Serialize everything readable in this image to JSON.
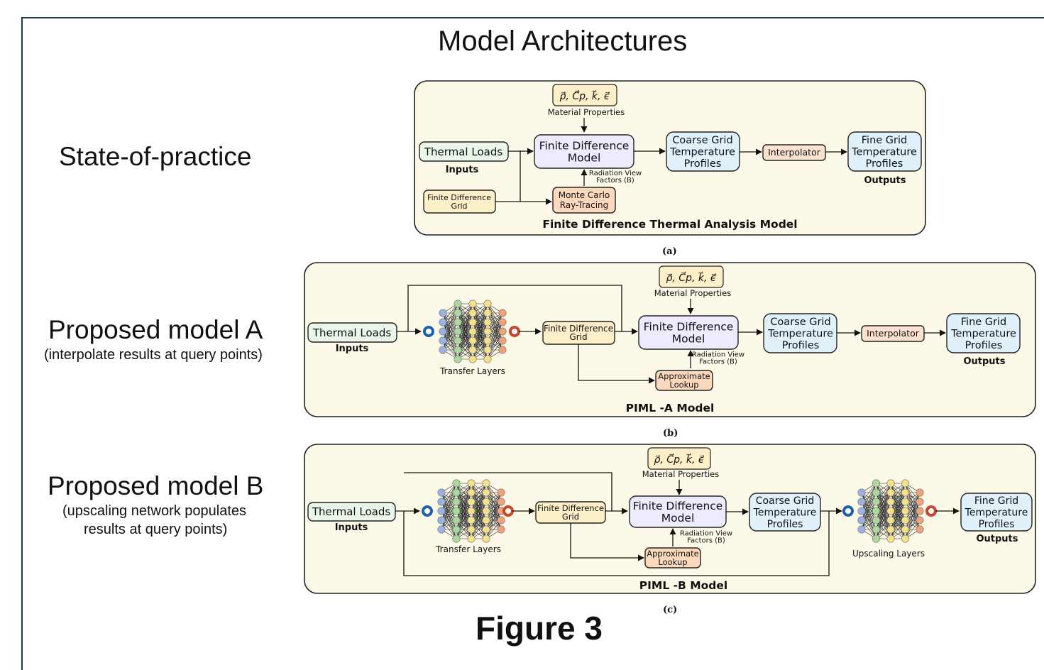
{
  "title": "Model Architectures",
  "figure_label": "Figure 3",
  "colors": {
    "panel_fill": "#fdf9e8",
    "input_fill": "#eaf6ea",
    "model_fill": "#ecebff",
    "profile_fill": "#e0f1fb",
    "orange_fill": "#fcd9bd",
    "grid_fill": "#fdf0c8",
    "interp_fill": "#fde3cf",
    "neuron_blue": "#9bb3e4",
    "neuron_green": "#a9d8a1",
    "neuron_yellow": "#f6e08a",
    "neuron_orange": "#f2a27a",
    "ring_blue": "#1e5fae",
    "ring_red": "#c6432c"
  },
  "rows": [
    {
      "title": "State-of-practice",
      "subtitle": "",
      "caption": "(a)",
      "model_name": "Finite Difference Thermal Analysis Model",
      "labels": {
        "inputs_box": "Thermal Loads",
        "inputs_caption": "Inputs",
        "grid": [
          "Finite Difference",
          "Grid"
        ],
        "material_formula": "ρ⃗, C⃗p, k⃗, ϵ⃗",
        "material_caption": "Material Properties",
        "fd_model": [
          "Finite Difference",
          "Model"
        ],
        "coarse": [
          "Coarse Grid",
          "Temperature",
          "Profiles"
        ],
        "interpolator": "Interpolator",
        "fine": [
          "Fine Grid",
          "Temperature",
          "Profiles"
        ],
        "outputs_caption": "Outputs",
        "radiation": [
          "Radiation View",
          "Factors (B)"
        ],
        "lookup": [
          "Monte Carlo",
          "Ray-Tracing"
        ]
      }
    },
    {
      "title": "Proposed model A",
      "subtitle": "(interpolate results at query points)",
      "caption": "(b)",
      "model_name": "PIML -A Model",
      "labels": {
        "inputs_box": "Thermal Loads",
        "inputs_caption": "Inputs",
        "transfer": "Transfer Layers",
        "grid": [
          "Finite Difference",
          "Grid"
        ],
        "material_formula": "ρ⃗, C⃗p, k⃗, ϵ⃗",
        "material_caption": "Material Properties",
        "fd_model": [
          "Finite Difference",
          "Model"
        ],
        "coarse": [
          "Coarse Grid",
          "Temperature",
          "Profiles"
        ],
        "interpolator": "Interpolator",
        "fine": [
          "Fine Grid",
          "Temperature",
          "Profiles"
        ],
        "outputs_caption": "Outputs",
        "radiation": [
          "Radiation View",
          "Factors (B)"
        ],
        "lookup": [
          "Approximate",
          "Lookup"
        ]
      }
    },
    {
      "title": "Proposed model B",
      "subtitle": [
        "(upscaling network populates",
        "results at query points)"
      ],
      "caption": "(c)",
      "model_name": "PIML -B Model",
      "labels": {
        "inputs_box": "Thermal Loads",
        "inputs_caption": "Inputs",
        "transfer": "Transfer Layers",
        "grid": [
          "Finite Difference",
          "Grid"
        ],
        "material_formula": "ρ⃗, C⃗p, k⃗, ϵ⃗",
        "material_caption": "Material Properties",
        "fd_model": [
          "Finite Difference",
          "Model"
        ],
        "coarse": [
          "Coarse Grid",
          "Temperature",
          "Profiles"
        ],
        "upscaling": "Upscaling Layers",
        "fine": [
          "Fine Grid",
          "Temperature",
          "Profiles"
        ],
        "outputs_caption": "Outputs",
        "radiation": [
          "Radiation View",
          "Factors (B)"
        ],
        "lookup": [
          "Approximate",
          "Lookup"
        ]
      }
    }
  ]
}
